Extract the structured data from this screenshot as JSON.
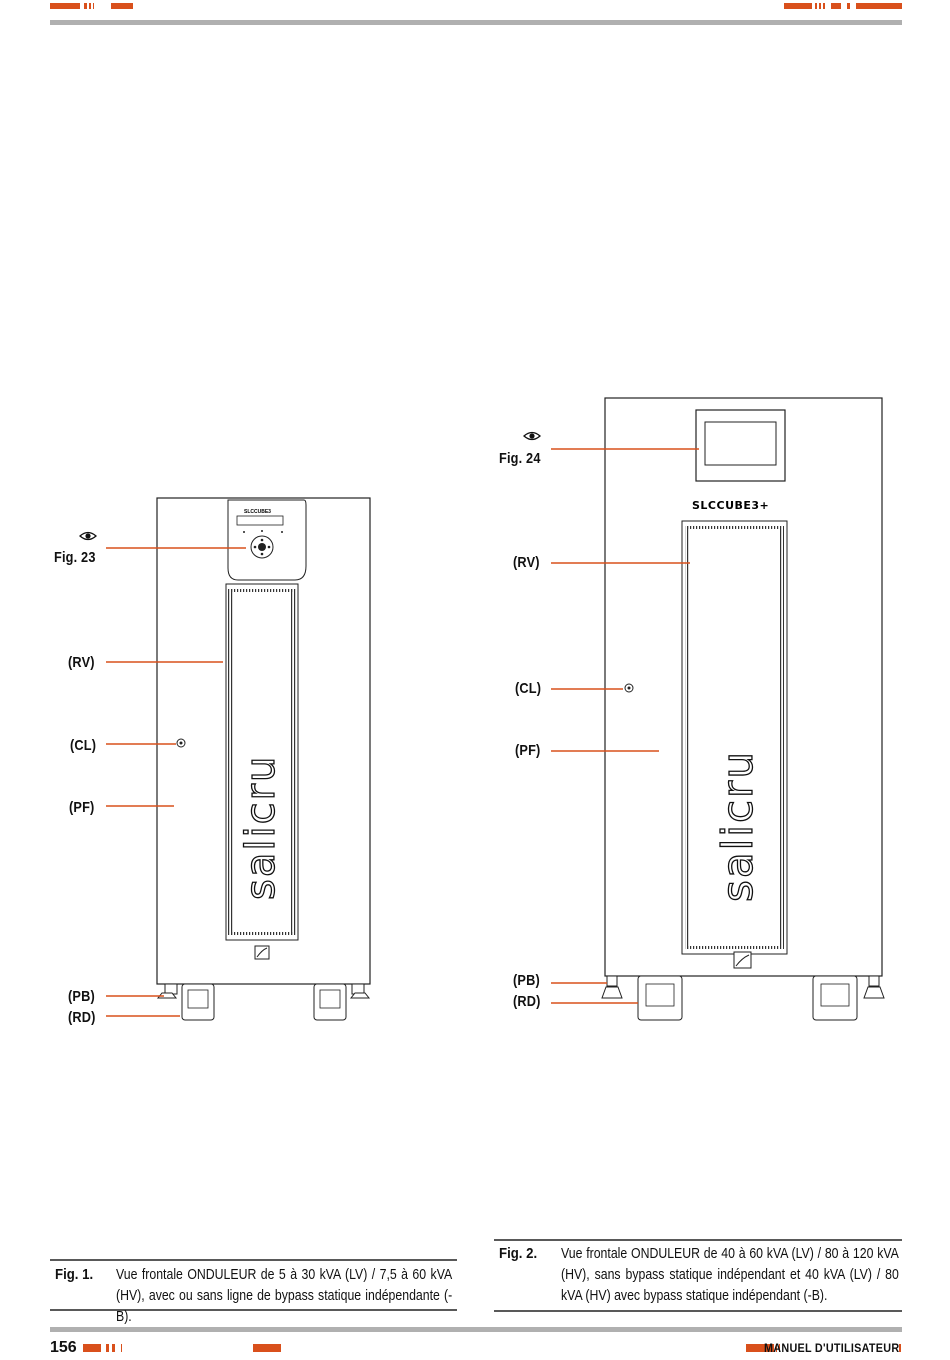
{
  "figure1": {
    "labels": {
      "fig_ref": "Fig. 23",
      "rv": "(RV)",
      "cl": "(CL)",
      "pf": "(PF)",
      "pb": "(PB)",
      "rd": "(RD)"
    },
    "device_logo": "SLCCUBE3",
    "brand": "salicru"
  },
  "figure2": {
    "labels": {
      "fig_ref": "Fig. 24",
      "rv": "(RV)",
      "cl": "(CL)",
      "pf": "(PF)",
      "pb": "(PB)",
      "rd": "(RD)"
    },
    "device_logo": "SLCCUBE3+",
    "brand": "salicru"
  },
  "captions": {
    "fig1": {
      "label": "Fig. 1.",
      "text": "Vue frontale ONDULEUR de 5 à 30 kVA (LV) / 7,5 à 60 kVA (HV), avec ou sans ligne de bypass statique indépendante (-B)."
    },
    "fig2": {
      "label": "Fig. 2.",
      "text": "Vue frontale ONDULEUR de 40 à 60 kVA (LV) / 80 à 120 kVA (HV), sans bypass statique indépendant et 40 kVA (LV) / 80 kVA (HV) avec bypass statique indépendant (-B)."
    }
  },
  "footer": {
    "page_number": "156",
    "manual_title": "MANUEL D'UTILISATEUR"
  },
  "colors": {
    "accent": "#d9501c",
    "rule": "#b0b0b0"
  }
}
